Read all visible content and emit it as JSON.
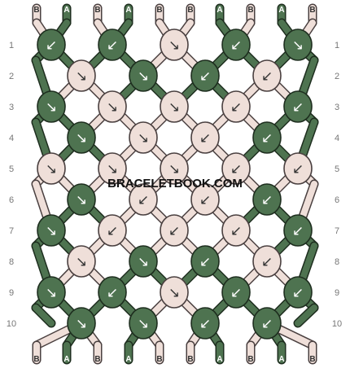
{
  "watermark": "BRACELETBOOK.COM",
  "rows": [
    "1",
    "2",
    "3",
    "4",
    "5",
    "6",
    "7",
    "8",
    "9",
    "10"
  ],
  "strings_top": [
    "B",
    "A",
    "B",
    "A",
    "B",
    "B",
    "A",
    "B",
    "A",
    "B"
  ],
  "strings_bottom": [
    "B",
    "A",
    "B",
    "A",
    "B",
    "B",
    "A",
    "B",
    "A",
    "B"
  ],
  "colors": {
    "A": {
      "fill": "#4e7350",
      "stroke": "#1e2e1f",
      "text": "#ffffff"
    },
    "B": {
      "fill": "#efdfd9",
      "stroke": "#4a4040",
      "text": "#333333"
    }
  },
  "knots": [
    [
      "A",
      "A",
      "B",
      "A",
      "A"
    ],
    [
      "B",
      "A",
      "A",
      "B"
    ],
    [
      "A",
      "B",
      "B",
      "B",
      "A"
    ],
    [
      "A",
      "B",
      "B",
      "A"
    ],
    [
      "B",
      "B",
      "B",
      "B",
      "B"
    ],
    [
      "A",
      "B",
      "B",
      "A"
    ],
    [
      "A",
      "B",
      "B",
      "B",
      "A"
    ],
    [
      "B",
      "A",
      "A",
      "B"
    ],
    [
      "A",
      "A",
      "B",
      "A",
      "A"
    ],
    [
      "A",
      "A",
      "A",
      "A"
    ]
  ],
  "arrows": [
    [
      "↙",
      "↙",
      "↘",
      "↙",
      "↘"
    ],
    [
      "↘",
      "↘",
      "↙",
      "↙"
    ],
    [
      "↘",
      "↘",
      "↘",
      "↙",
      "↙"
    ],
    [
      "↘",
      "↘",
      "↙",
      "↙"
    ],
    [
      "↘",
      "↘",
      "↘",
      "↙",
      "↙"
    ],
    [
      "↘",
      "↙",
      "↙",
      "↙"
    ],
    [
      "↘",
      "↙",
      "↙",
      "↙",
      "↙"
    ],
    [
      "↘",
      "↘",
      "↙",
      "↙"
    ],
    [
      "↘",
      "↙",
      "↘",
      "↙",
      "↙"
    ],
    [
      "↘",
      "↘",
      "↙",
      "↙"
    ]
  ]
}
